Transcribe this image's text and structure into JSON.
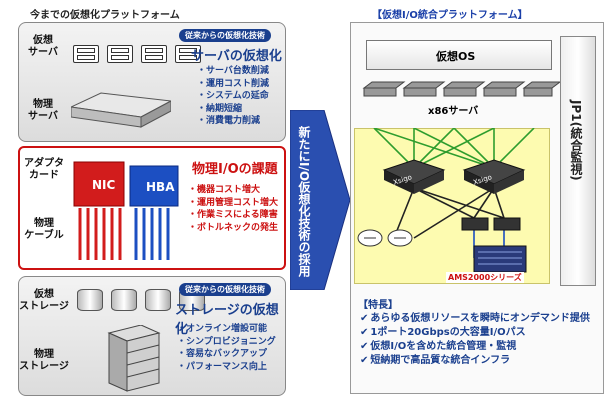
{
  "left_header": "今までの仮想化プラットフォーム",
  "right_header": "【仮想I/O統合プラットフォーム】",
  "arrow_text": "新たにI/O仮想化技術の採用",
  "server_section": {
    "pill": "従来からの仮想化技術",
    "title": "サーバの仮想化",
    "row_labels": [
      "仮想\nサーバ",
      "物理\nサーバ"
    ],
    "items": [
      "サーバ台数削減",
      "運用コスト削減",
      "システムの延命",
      "納期短縮",
      "消費電力削減"
    ]
  },
  "io_section": {
    "row_labels": [
      "アダプタ\nカード",
      "物理\nケーブル"
    ],
    "cards": [
      "NIC",
      "HBA"
    ],
    "title": "物理I/Oの課題",
    "items": [
      "機器コスト増大",
      "運用管理コスト増大",
      "作業ミスによる障害",
      "ボトルネックの発生"
    ]
  },
  "storage_section": {
    "pill": "従来からの仮想化技術",
    "title": "ストレージの仮想化",
    "row_labels": [
      "仮想\nストレージ",
      "物理\nストレージ"
    ],
    "items": [
      "オンライン増設可能",
      "シンプロビジョニング",
      "容易なバックアップ",
      "パフォーマンス向上"
    ]
  },
  "right_panel": {
    "virtual_os": "仮想OS",
    "x86": "x86サーバ",
    "switch_label": "Xsigo",
    "storage_product": "AMS2000シリーズ",
    "jp1": "JP1(統合監視)"
  },
  "features": {
    "title": "【特長】",
    "items": [
      "あらゆる仮想リソースを瞬時にオンデマンド提供",
      "1ポート20Gbpsの大容量I/Oパス",
      "仮想I/Oを含めた統合管理・監視",
      "短納期で高品質な統合インフラ"
    ]
  },
  "colors": {
    "accent_blue": "#1a3f8e",
    "accent_red": "#cc1111",
    "arrow_blue": "#2a4fb0",
    "panel_yellow": "#fdfbb0"
  }
}
